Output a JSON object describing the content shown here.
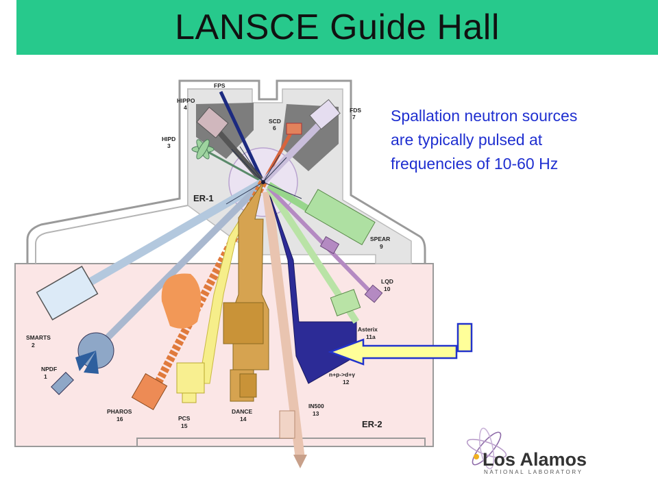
{
  "title": "LANSCE Guide Hall",
  "note": {
    "line1": "Spallation neutron sources",
    "line2": "are typically pulsed at",
    "line3": "frequencies of 10-60 Hz"
  },
  "rooms": {
    "er1": "ER-1",
    "er2": "ER-2"
  },
  "instruments": {
    "fps": "FPS",
    "hippo_name": "HIPPO",
    "hippo_num": "4",
    "hipd_name": "HIPD",
    "hipd_num": "3",
    "scd_name": "SCD",
    "scd_num": "6",
    "fds_name": "FDS",
    "fds_num": "7",
    "spear_name": "SPEAR",
    "spear_num": "9",
    "lqd_name": "LQD",
    "lqd_num": "10",
    "asterix_name": "Asterix",
    "asterix_num": "11a",
    "npdg_name": "n+p->d+γ",
    "npdg_num": "12",
    "in500_name": "IN500",
    "in500_num": "13",
    "dance_name": "DANCE",
    "dance_num": "14",
    "pcs_name": "PCS",
    "pcs_num": "15",
    "pharos_name": "PHAROS",
    "pharos_num": "16",
    "smarts_name": "SMARTS",
    "smarts_num": "2",
    "npdf_name": "NPDF",
    "npdf_num": "1"
  },
  "logo": {
    "name": "Los Alamos",
    "sub": "NATIONAL LABORATORY"
  },
  "colors": {
    "header": "#27c98c",
    "note_text": "#1f2fd0",
    "arrow_fill": "#ffff99",
    "arrow_stroke": "#2233cc"
  }
}
